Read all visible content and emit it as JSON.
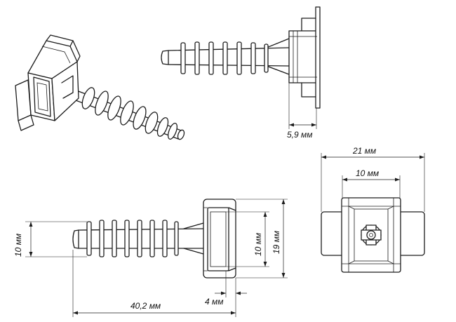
{
  "dimensions": {
    "flange_thickness": "5,9 мм",
    "total_width": "21 мм",
    "slot_width": "10 мм",
    "shank_diameter": "10 мм",
    "slot_height": "10 мм",
    "head_height": "19 мм",
    "total_length": "40,2 мм",
    "head_depth": "4 мм"
  },
  "colors": {
    "line": "#1c1c1c",
    "background": "#ffffff"
  }
}
